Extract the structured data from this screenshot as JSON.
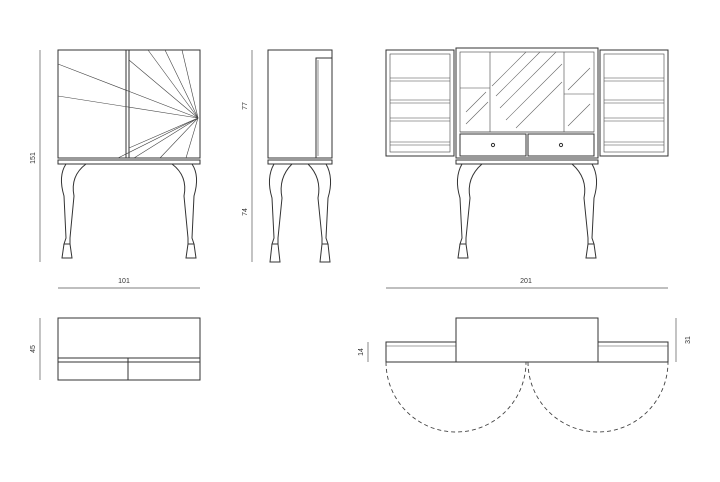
{
  "dimensions": {
    "total_height": "151",
    "upper_height": "77",
    "leg_height": "74",
    "closed_width": "101",
    "open_width": "201",
    "closed_depth": "45",
    "door_depth": "14",
    "body_depth": "31"
  },
  "colors": {
    "line": "#333333",
    "background": "#ffffff"
  }
}
